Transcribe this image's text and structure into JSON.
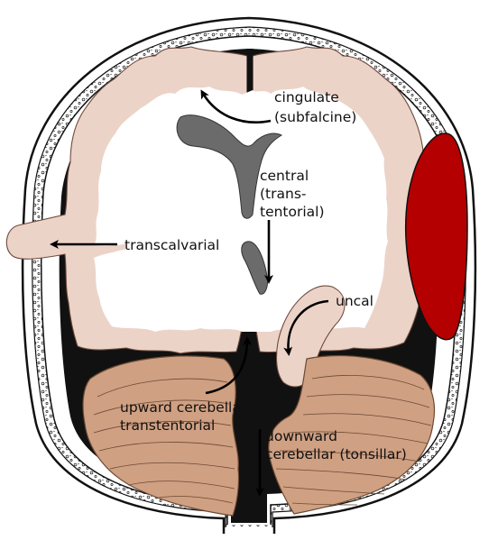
{
  "labels": {
    "cingulate": [
      "cingulate",
      "(subfalcine)"
    ],
    "central": [
      "central",
      "(trans-",
      "tentorial)"
    ],
    "transcalvarial": [
      "transcalvarial"
    ],
    "uncal": [
      "uncal"
    ],
    "upward": [
      "upward cerebellar /",
      "transtentorial"
    ],
    "downward": [
      "downward",
      "cerebellar (tonsillar)"
    ]
  },
  "colors": {
    "skull_stroke": "#111111",
    "dura": "#111111",
    "cortex": "#ecd3c8",
    "white_matter": "#ffffff",
    "ventricle": "#6b6b6b",
    "hematoma": "#b40000",
    "cerebellum": "#d0a083",
    "arrow": "#000000"
  }
}
